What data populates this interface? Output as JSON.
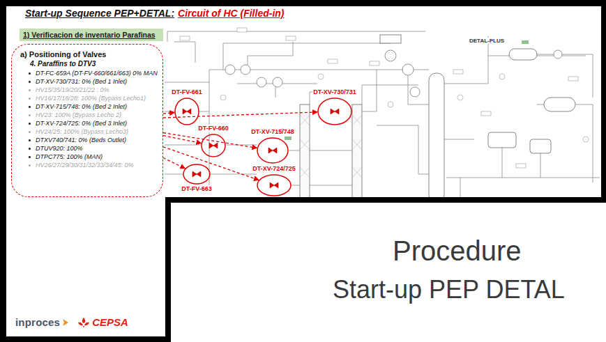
{
  "diagram": {
    "title": "Start-up Sequence PEP+DETAL:",
    "nodes": [
      {
        "text": [
          "1) Verificacion de inventario Parafinas"
        ]
      },
      {
        "text": [
          "a) Positioning of Valves",
          "4. Paraffins to DTV3",
          "DT-FC-659A (DT-FV-660/661/663) 0% MAN",
          "DT-XV-730/731: 0% (Bed 1 Inlet)",
          "HV15/35/19/20/21/22 : 0%",
          "HV16/17/18/28: 100% (Bypass Lecho1)",
          "DT-XV-715/748: 0% (Bed 2 Inlet)",
          "HV23: 100% (Bypass Lecho 2)",
          "DT-XV-724/725: 0% (Bed 3 Inlet)",
          "HV24/25: 100% (Bypass Lecho3)",
          "DTXV740/741: 0% (Beds Outlet)",
          "DTUV920: 100%",
          "DTPC775: 100% (MAN)",
          "HV26/27/29/30/31/32/33/34/45: 0%"
        ]
      },
      {
        "text": [
          "DT-FV-661"
        ]
      },
      {
        "text": [
          "DT-FV-660"
        ]
      },
      {
        "text": [
          "DT-FV-663"
        ]
      },
      {
        "text": [
          "DT-XV-730/731"
        ]
      },
      {
        "text": [
          "DT-XV-715/748"
        ]
      },
      {
        "text": [
          "DT-XV-724/725"
        ]
      },
      {
        "text": [
          "Procedure",
          "Start-up PEP DETAL"
        ]
      }
    ],
    "edges": [
      {
        "from": 1,
        "to": 2,
        "arrow": "to"
      },
      {
        "from": 1,
        "to": 3,
        "arrow": "to"
      },
      {
        "from": 1,
        "to": 4,
        "arrow": "to"
      },
      {
        "from": 1,
        "to": 5,
        "arrow": "to"
      },
      {
        "from": 1,
        "to": 6,
        "arrow": "to"
      },
      {
        "from": 1,
        "to": 7,
        "arrow": "to"
      }
    ],
    "labels": [
      "Circuit of HC (Filled-in)",
      "DETAL-PLUS",
      "inproces",
      "CEPSA"
    ]
  }
}
